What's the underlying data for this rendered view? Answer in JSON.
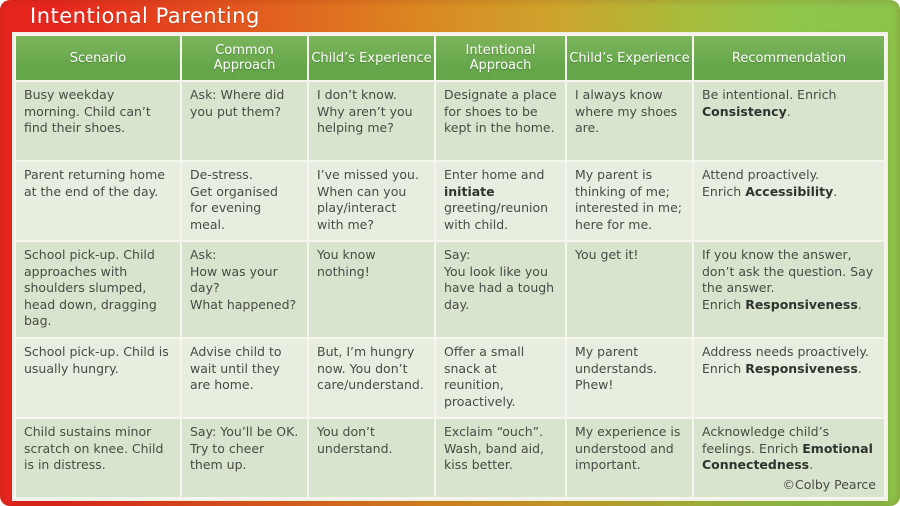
{
  "page": {
    "title": "Intentional Parenting"
  },
  "colors": {
    "accent_red": "#e6261e",
    "accent_orange": "#da8a22",
    "accent_green": "#8cc34a",
    "header_green": "#66a64a",
    "row_odd": "#d8e4cd",
    "row_even": "#e7eee0",
    "body_text": "#474c45",
    "header_text": "#ffffff"
  },
  "table": {
    "columns": [
      {
        "id": "scenario",
        "label": "Scenario"
      },
      {
        "id": "common-approach",
        "label": "Common Approach"
      },
      {
        "id": "childs-experience-1",
        "label": "Child’s Experience"
      },
      {
        "id": "intentional-approach",
        "label": "Intentional Approach"
      },
      {
        "id": "childs-experience-2",
        "label": "Child’s Experience"
      },
      {
        "id": "recommendation",
        "label": "Recommendation"
      }
    ],
    "rows": [
      {
        "cells": [
          {
            "lines": [
              [
                "Busy weekday morning. Child can’t find their shoes."
              ]
            ]
          },
          {
            "lines": [
              [
                "Ask: Where did you put them?"
              ]
            ]
          },
          {
            "lines": [
              [
                "I don’t know. Why aren’t you helping me?"
              ]
            ]
          },
          {
            "lines": [
              [
                "Designate a place for shoes to be kept in the home."
              ]
            ]
          },
          {
            "lines": [
              [
                "I always know where my shoes are."
              ]
            ]
          },
          {
            "lines": [
              [
                "Be intentional. Enrich ",
                {
                  "text": "Consistency",
                  "bold": true
                },
                "."
              ]
            ]
          }
        ]
      },
      {
        "cells": [
          {
            "lines": [
              [
                "Parent returning home at the end of the day."
              ]
            ]
          },
          {
            "lines": [
              [
                "De-stress."
              ],
              [
                "Get organised for evening meal."
              ]
            ]
          },
          {
            "lines": [
              [
                "I’ve missed you. When can you play/interact with me?"
              ]
            ]
          },
          {
            "lines": [
              [
                "Enter home and ",
                {
                  "text": "initiate",
                  "bold": true
                },
                " greeting/reunion with child."
              ]
            ]
          },
          {
            "lines": [
              [
                "My parent is thinking of me; interested in me; here for me."
              ]
            ]
          },
          {
            "lines": [
              [
                "Attend proactively."
              ],
              [
                "Enrich ",
                {
                  "text": "Accessibility",
                  "bold": true
                },
                "."
              ]
            ]
          }
        ]
      },
      {
        "cells": [
          {
            "lines": [
              [
                "School pick-up. Child approaches with shoulders slumped, head down, dragging bag."
              ]
            ]
          },
          {
            "lines": [
              [
                "Ask:"
              ],
              [
                "How was your day?"
              ],
              [
                "What happened?"
              ]
            ]
          },
          {
            "valign": "middle",
            "lines": [
              [
                "You know nothing!"
              ]
            ]
          },
          {
            "lines": [
              [
                "Say:"
              ],
              [
                "You look like you have had a tough day."
              ]
            ]
          },
          {
            "valign": "middle",
            "lines": [
              [
                "You get it!"
              ]
            ]
          },
          {
            "lines": [
              [
                "If you know the answer, don’t ask the question. Say the answer."
              ],
              [
                "Enrich ",
                {
                  "text": "Responsiveness",
                  "bold": true
                },
                "."
              ]
            ]
          }
        ]
      },
      {
        "cells": [
          {
            "lines": [
              [
                "School pick-up. Child is usually hungry."
              ]
            ]
          },
          {
            "lines": [
              [
                "Advise child to wait until they are home."
              ]
            ]
          },
          {
            "lines": [
              [
                "But, I’m hungry now. You don’t care/understand."
              ]
            ]
          },
          {
            "lines": [
              [
                "Offer a small snack at reunition, proactively."
              ]
            ]
          },
          {
            "lines": [
              [
                "My parent understands."
              ],
              [
                "Phew!"
              ]
            ]
          },
          {
            "lines": [
              [
                "Address needs proactively."
              ],
              [
                "Enrich ",
                {
                  "text": "Responsiveness",
                  "bold": true
                },
                "."
              ]
            ]
          }
        ]
      },
      {
        "cells": [
          {
            "lines": [
              [
                "Child sustains minor scratch on knee. Child is in distress."
              ]
            ]
          },
          {
            "lines": [
              [
                "Say: You’ll be OK. Try to cheer them up."
              ]
            ]
          },
          {
            "lines": [
              [
                "You don’t understand."
              ]
            ]
          },
          {
            "lines": [
              [
                "Exclaim “ouch”. Wash, band aid, kiss better."
              ]
            ]
          },
          {
            "lines": [
              [
                "My experience is understood and important."
              ]
            ]
          },
          {
            "lines": [
              [
                "Acknowledge child’s feelings. Enrich ",
                {
                  "text": "Emotional Connectedness",
                  "bold": true
                },
                "."
              ]
            ],
            "credit": "©Colby Pearce"
          }
        ]
      }
    ]
  }
}
